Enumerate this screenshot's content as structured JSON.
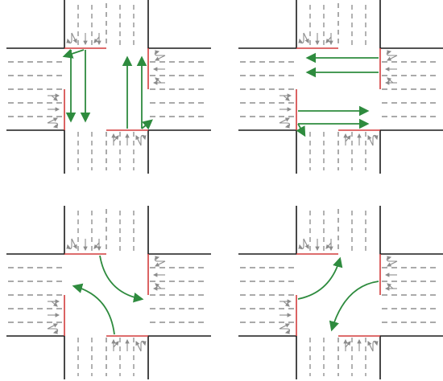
{
  "colors": {
    "road_edge": "#1a1a1a",
    "lane_line": "#555555",
    "stop_line": "#d23c3c",
    "movement": "#2e8b3e",
    "lane_arrow": "#8c8c8c"
  },
  "phases": [
    {
      "movements": [
        {
          "from": "north",
          "turn": "straight"
        },
        {
          "from": "north",
          "turn": "straight"
        },
        {
          "from": "north",
          "turn": "right"
        },
        {
          "from": "south",
          "turn": "straight"
        },
        {
          "from": "south",
          "turn": "straight"
        },
        {
          "from": "south",
          "turn": "right"
        }
      ]
    },
    {
      "movements": [
        {
          "from": "east",
          "turn": "straight"
        },
        {
          "from": "east",
          "turn": "straight"
        },
        {
          "from": "west",
          "turn": "straight"
        },
        {
          "from": "west",
          "turn": "straight"
        },
        {
          "from": "west",
          "turn": "right"
        }
      ]
    },
    {
      "movements": [
        {
          "from": "north",
          "turn": "left"
        },
        {
          "from": "south",
          "turn": "left"
        }
      ]
    },
    {
      "movements": [
        {
          "from": "east",
          "turn": "left"
        },
        {
          "from": "west",
          "turn": "left"
        }
      ]
    }
  ],
  "approach_lane_arrows": {
    "north": [
      "left-uturn",
      "straight",
      "straight-right"
    ],
    "south": [
      "left-uturn",
      "straight",
      "straight-right"
    ],
    "east": [
      "left-uturn",
      "straight",
      "straight-right"
    ],
    "west": [
      "left-uturn",
      "straight",
      "straight-right"
    ]
  }
}
